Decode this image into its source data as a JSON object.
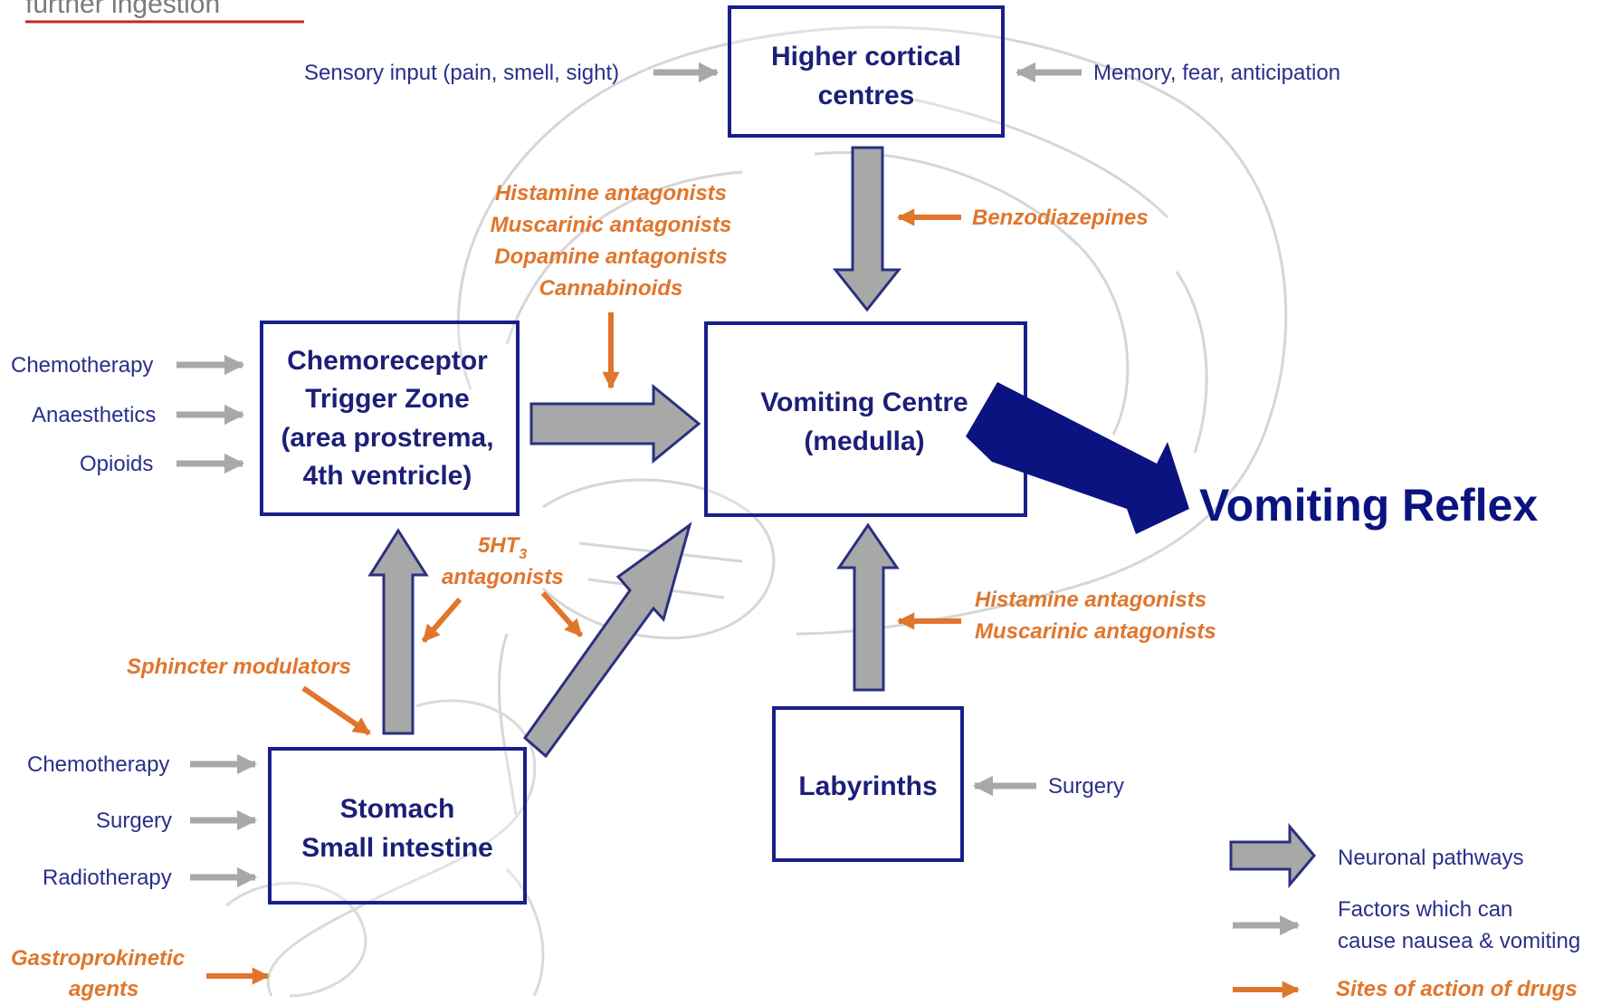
{
  "header": {
    "text": "further ingestion"
  },
  "boxes": {
    "higher_cortical": "Higher cortical centres",
    "ctz": [
      "Chemoreceptor",
      "Trigger Zone",
      "(area prostrema,",
      "4th ventricle)"
    ],
    "vomiting_centre": [
      "Vomiting Centre",
      "(medulla)"
    ],
    "stomach": [
      "Stomach",
      "Small intestine"
    ],
    "labyrinths": "Labyrinths"
  },
  "higher_cortical_lines": [
    "Higher cortical",
    "centres"
  ],
  "causes": {
    "sensory_input": "Sensory input (pain, smell, sight)",
    "memory": "Memory, fear, anticipation",
    "ctz": [
      "Chemotherapy",
      "Anaesthetics",
      "Opioids"
    ],
    "stomach": [
      "Chemotherapy",
      "Surgery",
      "Radiotherapy"
    ],
    "labyrinths": "Surgery"
  },
  "drugs": {
    "ctz_top": [
      "Histamine antagonists",
      "Muscarinic antagonists",
      "Dopamine antagonists",
      "Cannabinoids"
    ],
    "benzodiazepines": "Benzodiazepines",
    "ht3": [
      "5HT",
      "3",
      "antagonists"
    ],
    "sphincter": "Sphincter modulators",
    "labyrinths": [
      "Histamine antagonists",
      "Muscarinic antagonists"
    ],
    "gastroprokinetic": [
      "Gastroprokinetic",
      "agents"
    ]
  },
  "result": "Vomiting Reflex",
  "legend": {
    "neuronal": "Neuronal pathways",
    "factors": [
      "Factors which can",
      "cause nausea & vomiting"
    ],
    "sites": "Sites of action of drugs"
  },
  "colors": {
    "box_border": "#1a1f8a",
    "drug_orange": "#e0762c",
    "cause_gray": "#a8a8a8",
    "reflex_navy": "#0b1380"
  }
}
